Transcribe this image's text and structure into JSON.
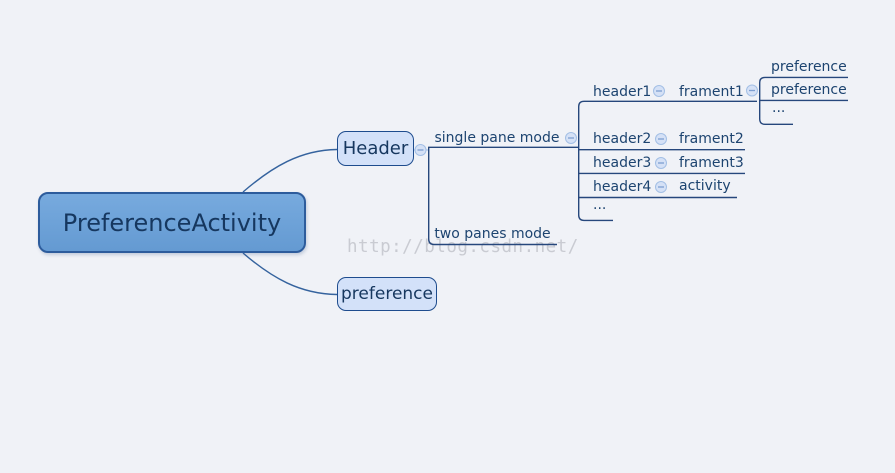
{
  "watermark": {
    "text": "http://blog.csdn.net/",
    "color": "#c9cbd2"
  },
  "colors": {
    "background": "#f0f2f7",
    "root_fill": "#6ba1d7",
    "root_border": "#2d5c9c",
    "sub_box_fill": "#d3e1f9",
    "sub_box_border": "#1e4c8e",
    "line": "#2a4f87",
    "label_text": "#1d4470",
    "collapse_fill": "#d5e1f6",
    "collapse_border": "#a3bfe5",
    "collapse_dash": "#7e9fd2"
  },
  "icons": {
    "collapse": "minus-circle-icon"
  },
  "mindmap": {
    "root": {
      "label": "PreferenceActivity"
    },
    "branches": {
      "header": {
        "label": "Header"
      },
      "preference": {
        "label": "preference"
      }
    },
    "modes": {
      "single_pane": {
        "label": "single pane mode"
      },
      "two_panes": {
        "label": "two panes mode"
      }
    },
    "rows": [
      {
        "header": "header1",
        "content": "frament1"
      },
      {
        "header": "header2",
        "content": "frament2"
      },
      {
        "header": "header3",
        "content": "frament3"
      },
      {
        "header": "header4",
        "content": "activity"
      },
      {
        "header": "..."
      }
    ],
    "frament1_children": [
      {
        "label": "preference"
      },
      {
        "label": "preference"
      },
      {
        "label": "..."
      }
    ]
  }
}
